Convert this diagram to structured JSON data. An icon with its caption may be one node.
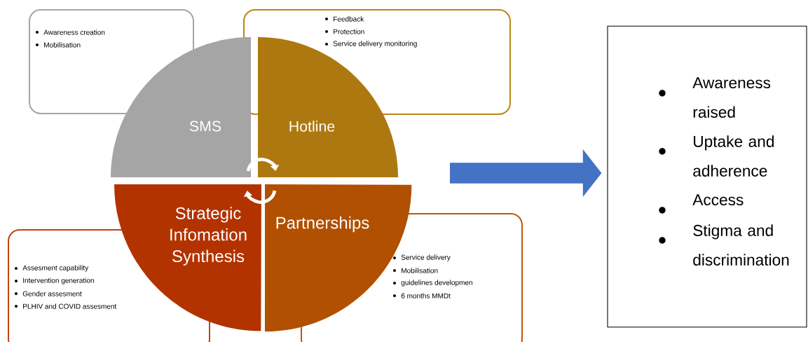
{
  "diagram": {
    "nodes": [
      {
        "text": [
          "SMS"
        ]
      },
      {
        "text": [
          "Hotline"
        ]
      },
      {
        "text": [
          "Strategic Infomation Synthesis"
        ]
      },
      {
        "text": [
          "Partnerships"
        ]
      },
      {
        "text": [
          "Awareness creation",
          "Mobilisation"
        ]
      },
      {
        "text": [
          "Feedback",
          "Protection",
          "Service delivery monitoring"
        ]
      },
      {
        "text": [
          "Assesment capability",
          "Intervention generation",
          "Gender assesment",
          "PLHIV and COVID assesment"
        ]
      },
      {
        "text": [
          "Service delivery",
          "Mobilisation",
          "guidelines developmen",
          "6 months MMDt"
        ]
      },
      {
        "text": [
          "Awareness raised",
          "Uptake and adherence",
          "Access",
          "Stigma and discrimination"
        ]
      }
    ],
    "edges": [
      {
        "from": null,
        "to": 8,
        "arrow": "to",
        "style": "thick",
        "color": "#4472c4"
      },
      {
        "from": 0,
        "to": 1,
        "arrow": "to",
        "color": "#ffffff"
      },
      {
        "from": 3,
        "to": 2,
        "arrow": "to",
        "color": "#ffffff"
      }
    ]
  }
}
